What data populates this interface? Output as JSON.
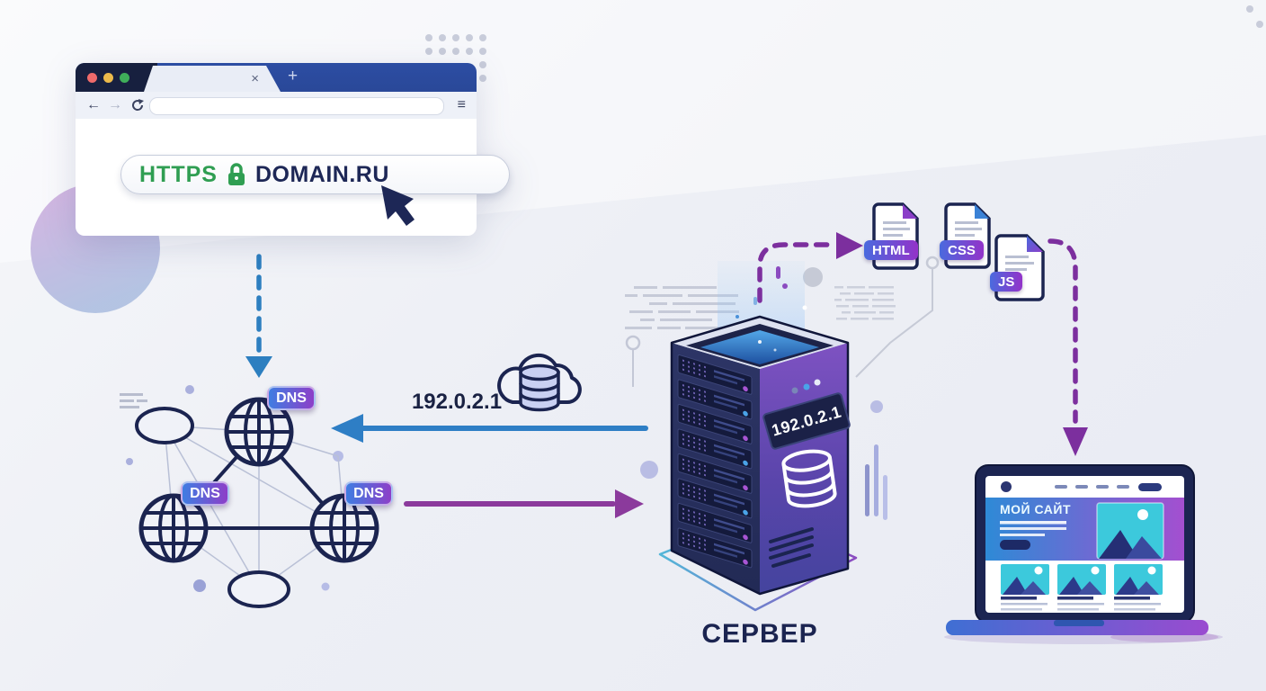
{
  "browser": {
    "controls": {
      "back": "←",
      "forward": "→",
      "menu": "≡",
      "tab_close": "×",
      "tab_new": "+"
    },
    "address": {
      "protocol": "HTTPS",
      "domain": "DOMAIN.RU"
    }
  },
  "dns": {
    "badge": "DNS"
  },
  "resolution": {
    "ip": "192.0.2.1"
  },
  "server": {
    "display_ip": "192.0.2.1",
    "caption": "СЕРВЕР"
  },
  "files": {
    "html": "HTML",
    "css": "CSS",
    "js": "JS"
  },
  "site": {
    "title": "МОЙ САЙТ"
  },
  "colors": {
    "navy": "#1b2450",
    "https_green": "#2f9e52",
    "arrow_blue": "#2d7fc0",
    "arrow_purple": "#8b3a9c",
    "dashed_purple": "#7c2f9e",
    "badge_gradient_start": "#3f7de2",
    "badge_gradient_end": "#8d3fc8",
    "server_right_face": "#7e52c2",
    "hero_gradient_start": "#2e8ad6",
    "hero_gradient_end": "#a44fd0"
  }
}
